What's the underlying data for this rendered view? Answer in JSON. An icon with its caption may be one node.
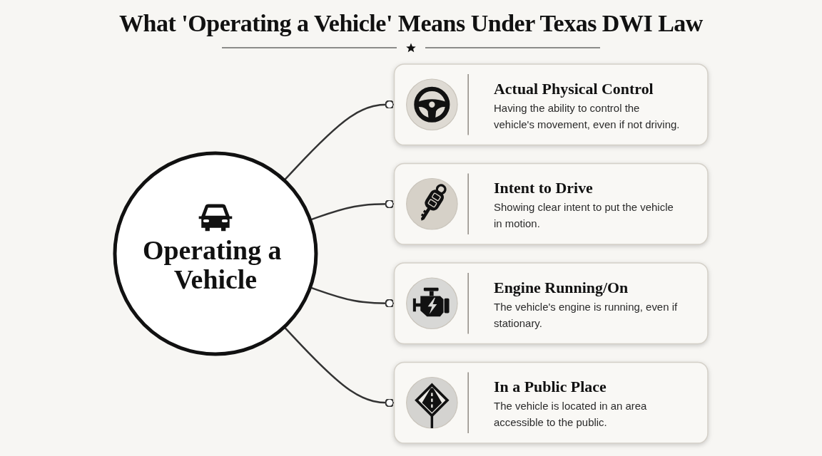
{
  "diagram": {
    "title": "What 'Operating a Vehicle' Means Under Texas DWI Law",
    "nodes": [
      {
        "text": [
          "Actual Physical Control",
          "Having the ability to control the vehicle's movement, even if not driving."
        ]
      },
      {
        "text": [
          "Intent to Drive",
          "Showing clear intent to put the vehicle in motion."
        ]
      },
      {
        "text": [
          "Operating a Vehicle"
        ]
      },
      {
        "text": [
          "Engine Running/On",
          "The vehicle's engine is running, even if stationary."
        ]
      },
      {
        "text": [
          "In a Public Place",
          "The vehicle is located in an area accessible to the public."
        ]
      }
    ],
    "edges": [
      {
        "from": 2,
        "to": 0,
        "arrow": "other"
      },
      {
        "from": 2,
        "to": 1,
        "arrow": "other"
      },
      {
        "from": 2,
        "to": 3,
        "arrow": "other"
      },
      {
        "from": 2,
        "to": 4,
        "arrow": "other"
      }
    ]
  }
}
